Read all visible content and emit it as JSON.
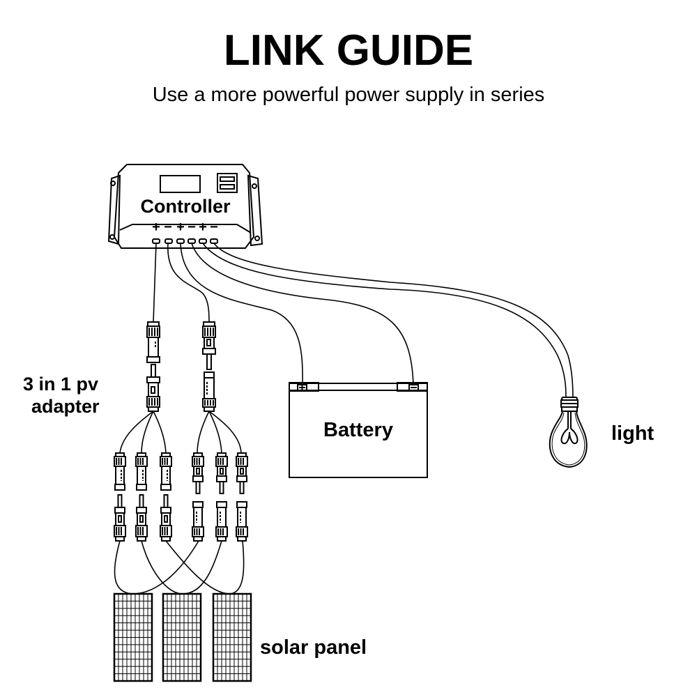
{
  "header": {
    "title": "LINK GUIDE",
    "subtitle": "Use a more powerful power supply in series"
  },
  "components": {
    "controller": {
      "label": "Controller",
      "terminal_signs": [
        "+",
        "−",
        "+",
        "−",
        "+",
        "−"
      ]
    },
    "adapter": {
      "label_line1": "3 in 1 pv",
      "label_line2": "adapter"
    },
    "battery": {
      "label": "Battery",
      "positive_terminal": "+",
      "negative_terminal": "−"
    },
    "light": {
      "label": "light"
    },
    "solar_panel": {
      "label": "solar panel",
      "count": 3
    }
  },
  "icons": {
    "controller": "charge-controller-icon",
    "battery": "battery-icon",
    "light": "light-bulb-icon",
    "panel": "solar-panel-icon",
    "connector": "mc4-connector-icon"
  },
  "colors": {
    "line": "#000000",
    "background": "#ffffff"
  }
}
